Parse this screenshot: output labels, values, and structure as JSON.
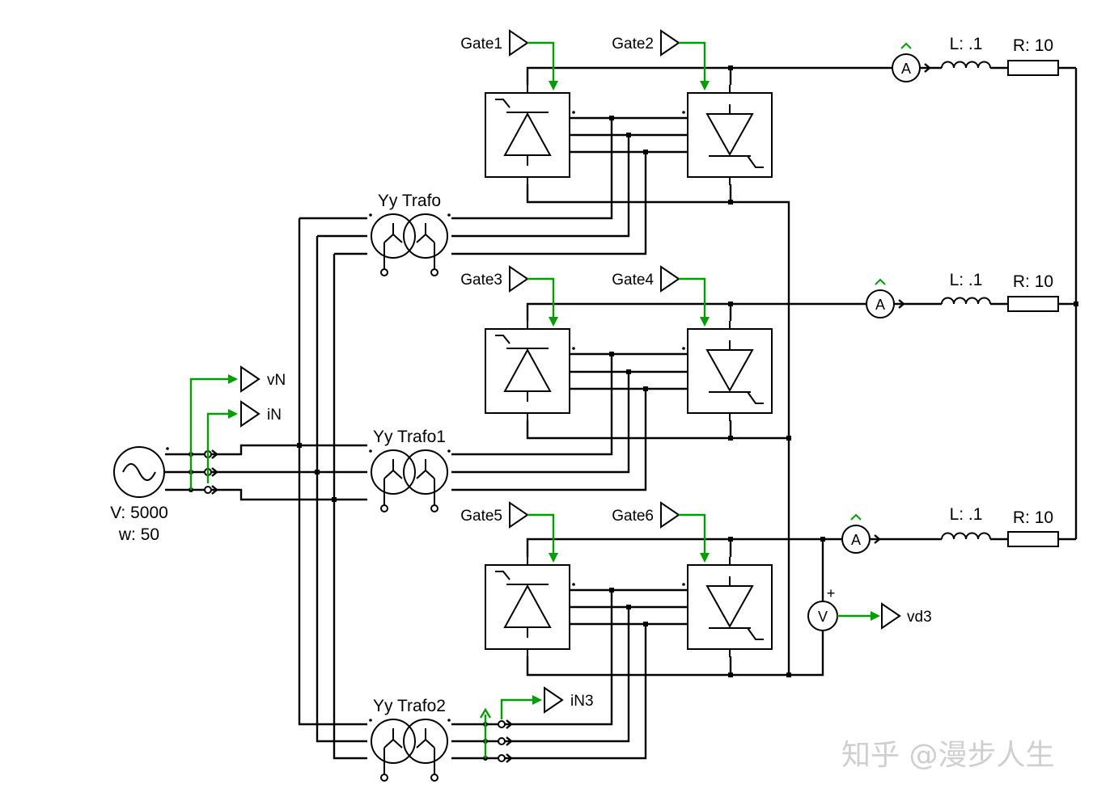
{
  "source": {
    "amplitude_label": "V: 5000",
    "frequency_label": "w: 50"
  },
  "transformers": [
    {
      "label": "Yy Trafo"
    },
    {
      "label": "Yy Trafo1"
    },
    {
      "label": "Yy Trafo2"
    }
  ],
  "gates": [
    "Gate1",
    "Gate2",
    "Gate3",
    "Gate4",
    "Gate5",
    "Gate6"
  ],
  "inductors": [
    "L: .1",
    "L: .1",
    "L: .1"
  ],
  "resistors": [
    "R: 10",
    "R: 10",
    "R: 10"
  ],
  "ammeter_glyph": "A",
  "voltmeter": {
    "glyph": "V",
    "polarity": "+"
  },
  "probes": {
    "vN": "vN",
    "iN": "iN",
    "iN3": "iN3",
    "vd3": "vd3"
  },
  "watermark": "知乎 @漫步人生",
  "colors": {
    "wire": "#000000",
    "signal": "#00a000",
    "watermark": "#cfcfcf"
  }
}
